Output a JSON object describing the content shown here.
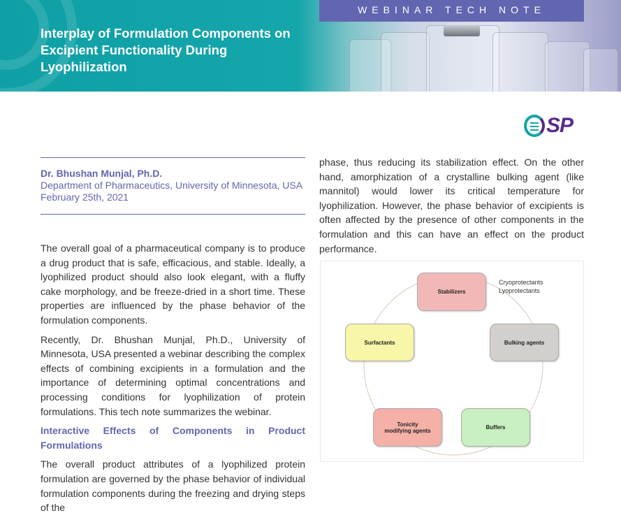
{
  "header": {
    "title": "Interplay of Formulation Components on Excipient Functionality During Lyophilization",
    "tag": "WEBINAR TECH NOTE",
    "logo_text": "SP"
  },
  "author": {
    "name": "Dr. Bhushan Munjal, Ph.D.",
    "affiliation": "Department of Pharmaceutics, University of Minnesota, USA",
    "date": "February 25th, 2021"
  },
  "left": {
    "p1": "The overall goal of a pharmaceutical company is to produce a drug product that is safe, efficacious, and stable. Ideally, a lyophilized product should also look elegant, with a fluffy cake morphology, and be freeze-dried in a short time. These properties are influenced by the phase behavior of the formulation components.",
    "p2": "Recently, Dr. Bhushan Munjal, Ph.D., University of Minnesota, USA presented a webinar describing the complex effects of combining excipients in a formulation and the importance of determining optimal concentrations and processing conditions for lyophilization of protein formulations. This tech note summarizes the webinar.",
    "heading": "Interactive Effects of Components in Product Formulations",
    "p3": "The overall product attributes of a lyophilized protein formulation are governed by the phase behavior of individual formulation components during the freezing and drying steps of the"
  },
  "right": {
    "p1": "phase, thus reducing its stabilization effect. On the other hand, amorphization of a crystalline bulking agent (like mannitol) would lower its critical temperature for lyophilization. However, the phase behavior of excipients is often affected by the presence of other components in the formulation and this can have an effect on the product performance."
  },
  "figure": {
    "nodes": [
      "Stabilizers",
      "Bulking agents",
      "Buffers",
      "Tonicity modifying agents",
      "Surfactants"
    ],
    "note_1": "Cryoprotectants",
    "note_2": "Lyoprotectants",
    "colors": {
      "stabilizers": "#f2b8b8",
      "bulking": "#d2cfcc",
      "buffers": "#c8f0c0",
      "tonicity": "#f5b0a8",
      "surfactants": "#f8f6a8"
    }
  }
}
